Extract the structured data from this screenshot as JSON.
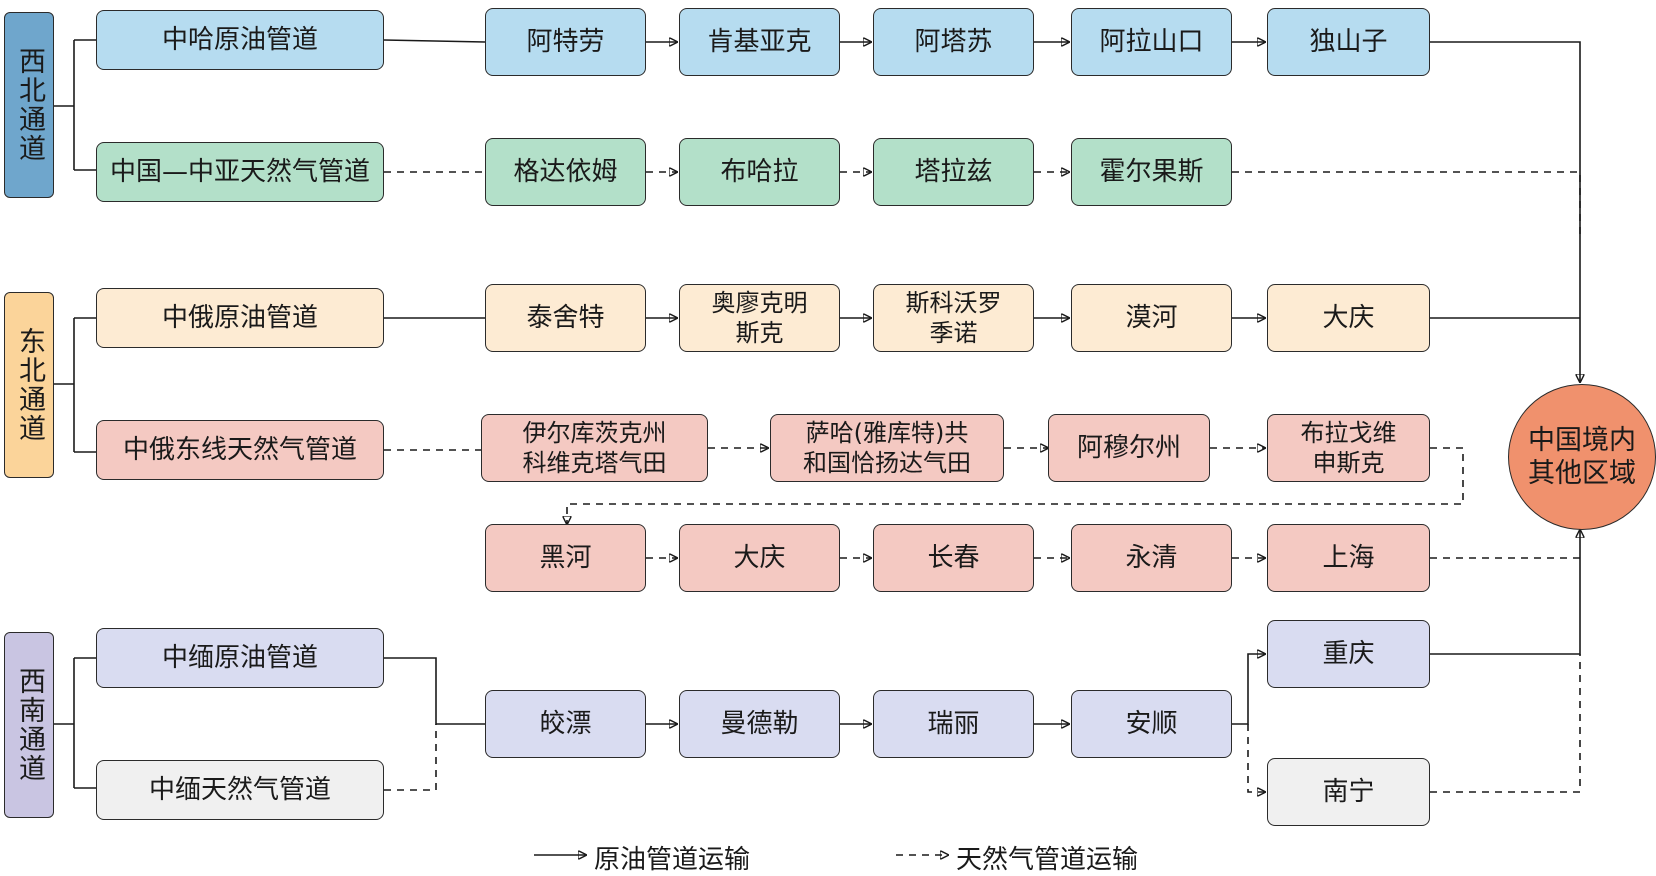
{
  "regions": {
    "northwest": "西北通道",
    "northeast": "东北通道",
    "southwest": "西南通道"
  },
  "pipelines": {
    "kz_crude": "中哈原油管道",
    "ca_gas": "中国—中亚天然气管道",
    "ru_crude": "中俄原油管道",
    "ru_east_gas": "中俄东线天然气管道",
    "mm_crude": "中缅原油管道",
    "mm_gas": "中缅天然气管道"
  },
  "kz_crude_route": [
    "阿特劳",
    "肯基亚克",
    "阿塔苏",
    "阿拉山口",
    "独山子"
  ],
  "ca_gas_route": [
    "格达依姆",
    "布哈拉",
    "塔拉兹",
    "霍尔果斯"
  ],
  "ru_crude_route": [
    "泰舍特",
    "奥廖克明\n斯克",
    "斯科沃罗\n季诺",
    "漠河",
    "大庆"
  ],
  "ru_gas_route_1": [
    "伊尔库茨克州\n科维克塔气田",
    "萨哈(雅库特)共\n和国恰扬达气田",
    "阿穆尔州",
    "布拉戈维\n申斯克"
  ],
  "ru_gas_route_2": [
    "黑河",
    "大庆",
    "长春",
    "永清",
    "上海"
  ],
  "mm_route": [
    "皎漂",
    "曼德勒",
    "瑞丽",
    "安顺"
  ],
  "mm_branches": {
    "crude": "重庆",
    "gas": "南宁"
  },
  "target": "中国境内\n其他区域",
  "legend": {
    "crude": "原油管道运输",
    "gas": "天然气管道运输"
  },
  "colors": {
    "northwest_crude": "#b6dcf0",
    "northwest_gas": "#b3e0c9",
    "northeast_crude": "#fdebd3",
    "northeast_gas": "#f4c9c2",
    "southwest_crude": "#d9dcf1",
    "southwest_gas": "#f0f0f0",
    "target": "#f0916d"
  }
}
